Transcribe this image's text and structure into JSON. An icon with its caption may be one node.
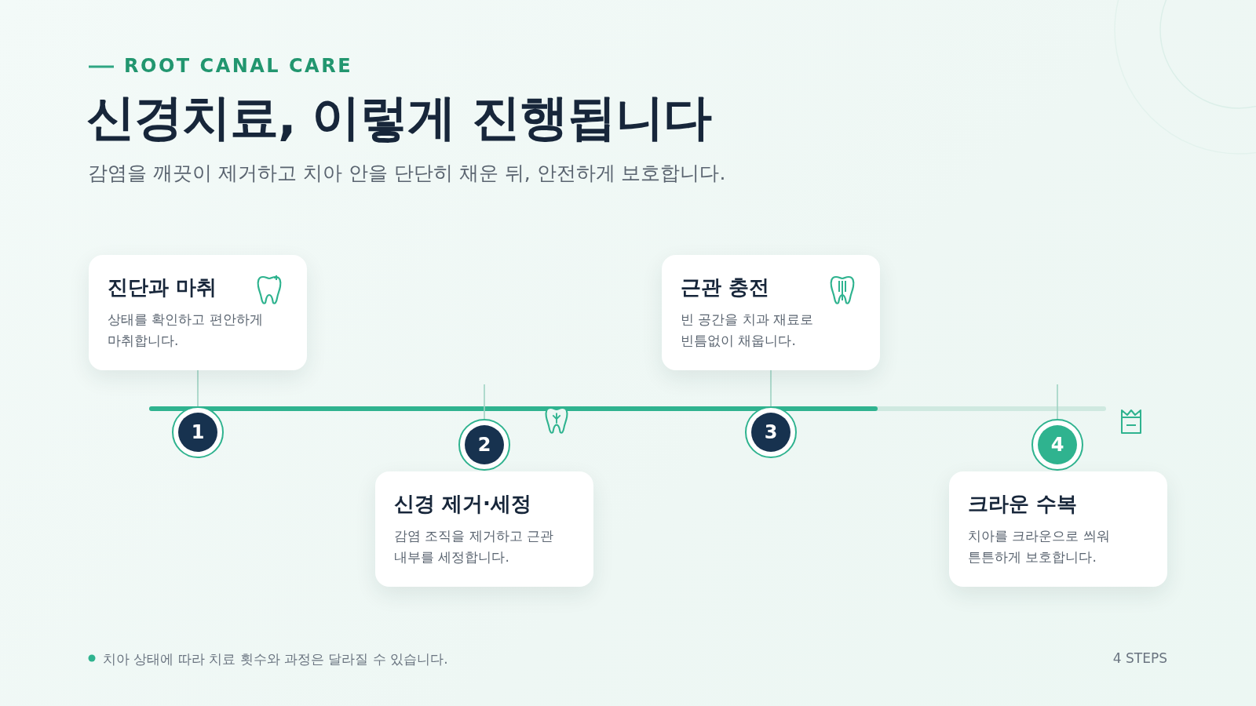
{
  "diagram": {
    "title": "신경치료, 이렇게 진행됩니다",
    "nodes": [
      {
        "text": [
          "진단과 마취",
          "상태를 확인하고 편안하게 마취합니다."
        ]
      },
      {
        "text": [
          "1"
        ]
      },
      {
        "text": [
          "2"
        ]
      },
      {
        "text": [
          "신경 제거·세정",
          "감염 조직을 제거하고 근관 내부를 세정합니다."
        ]
      },
      {
        "text": [
          "근관 충전",
          "빈 공간을 치과 재료로 빈틈없이 채웁니다."
        ]
      },
      {
        "text": [
          "3"
        ]
      },
      {
        "text": [
          "4"
        ]
      },
      {
        "text": [
          "크라운 수복",
          "치아를 크라운으로 씌워 튼튼하게 보호합니다."
        ]
      }
    ],
    "edges": [
      {
        "from": 0,
        "to": 1,
        "arrow": "none"
      },
      {
        "from": null,
        "to": 2,
        "arrow": "none"
      },
      {
        "from": 4,
        "to": 5,
        "arrow": "none"
      },
      {
        "from": null,
        "to": 6,
        "arrow": "none"
      }
    ],
    "labels": [
      "ROOT CANAL CARE",
      "감염을 깨끗이 제거하고 치아 안을 단단히 채운 뒤, 안전하게 보호합니다.",
      "치아 상태에 따라 치료 횟수와 과정은 달라질 수 있습니다.",
      "4 STEPS"
    ]
  }
}
